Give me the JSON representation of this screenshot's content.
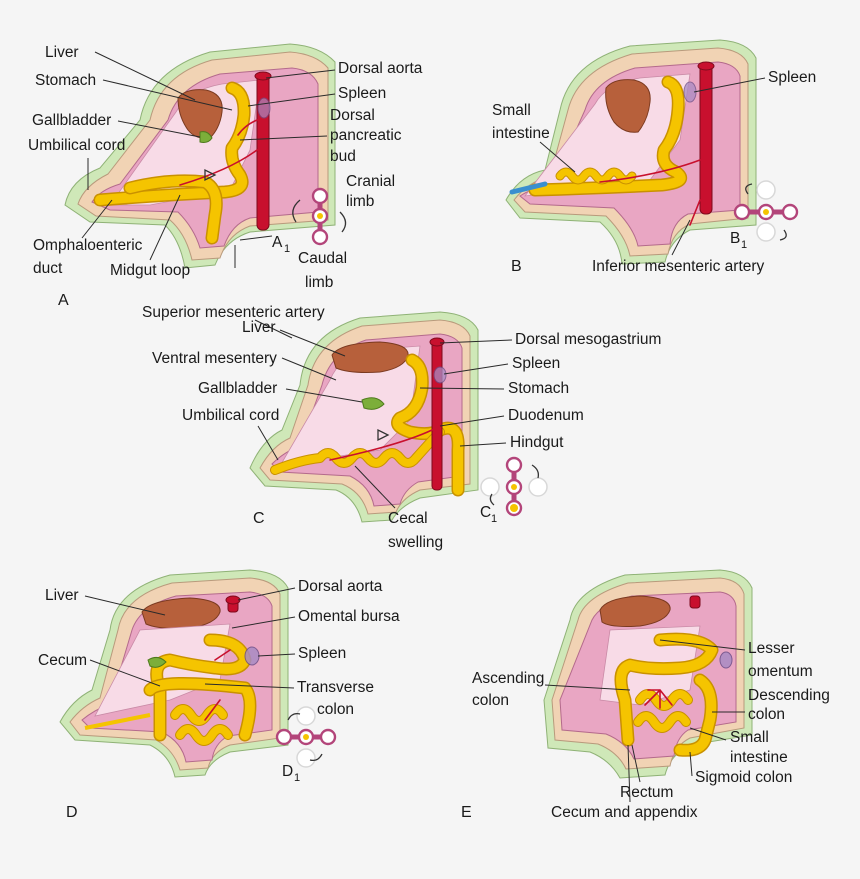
{
  "panels": {
    "A": {
      "letter": "A",
      "sub": "A",
      "sub_index": "1",
      "labels": {
        "liver": "Liver",
        "stomach": "Stomach",
        "gallbladder": "Gallbladder",
        "umbilical_cord": "Umbilical cord",
        "omphaloenteric_1": "Omphaloenteric",
        "omphaloenteric_2": "duct",
        "midgut_loop": "Midgut loop",
        "dorsal_aorta": "Dorsal aorta",
        "spleen": "Spleen",
        "dorsal_pancreatic_1": "Dorsal",
        "dorsal_pancreatic_2": "pancreatic",
        "dorsal_pancreatic_3": "bud",
        "cranial_limb_1": "Cranial",
        "cranial_limb_2": "limb",
        "caudal_limb_1": "Caudal",
        "caudal_limb_2": "limb"
      }
    },
    "B": {
      "letter": "B",
      "sub": "B",
      "sub_index": "1",
      "labels": {
        "small_intestine_1": "Small",
        "small_intestine_2": "intestine",
        "spleen": "Spleen",
        "inferior_mesenteric": "Inferior mesenteric artery"
      }
    },
    "C": {
      "letter": "C",
      "sub": "C",
      "sub_index": "1",
      "labels": {
        "superior_mesenteric": "Superior mesenteric artery",
        "liver": "Liver",
        "ventral_mesentery": "Ventral mesentery",
        "gallbladder": "Gallbladder",
        "umbilical_cord": "Umbilical cord",
        "dorsal_mesogastrium": "Dorsal mesogastrium",
        "spleen": "Spleen",
        "stomach": "Stomach",
        "duodenum": "Duodenum",
        "hindgut": "Hindgut",
        "cecal_1": "Cecal",
        "cecal_2": "swelling"
      }
    },
    "D": {
      "letter": "D",
      "sub": "D",
      "sub_index": "1",
      "labels": {
        "liver": "Liver",
        "cecum": "Cecum",
        "dorsal_aorta": "Dorsal aorta",
        "omental_bursa": "Omental bursa",
        "spleen": "Spleen",
        "transverse_1": "Transverse",
        "transverse_2": "colon"
      }
    },
    "E": {
      "letter": "E",
      "labels": {
        "ascending_1": "Ascending",
        "ascending_2": "colon",
        "lesser_1": "Lesser",
        "lesser_2": "omentum",
        "descending_1": "Descending",
        "descending_2": "colon",
        "small_intestine_1": "Small",
        "small_intestine_2": "intestine",
        "sigmoid": "Sigmoid colon",
        "rectum": "Rectum",
        "cecum_appendix": "Cecum and appendix"
      }
    }
  },
  "colors": {
    "background": "#f5f5f5",
    "body_wall": "#f1d3b4",
    "skin": "#cfe8b8",
    "cavity": "#e9a6c3",
    "liver": "#b7603b",
    "gut": "#f5c400",
    "aorta": "#c8102e",
    "spleen": "#a98bc4",
    "gallbladder": "#7cae3a",
    "rotation_ring": "#b3457a"
  }
}
